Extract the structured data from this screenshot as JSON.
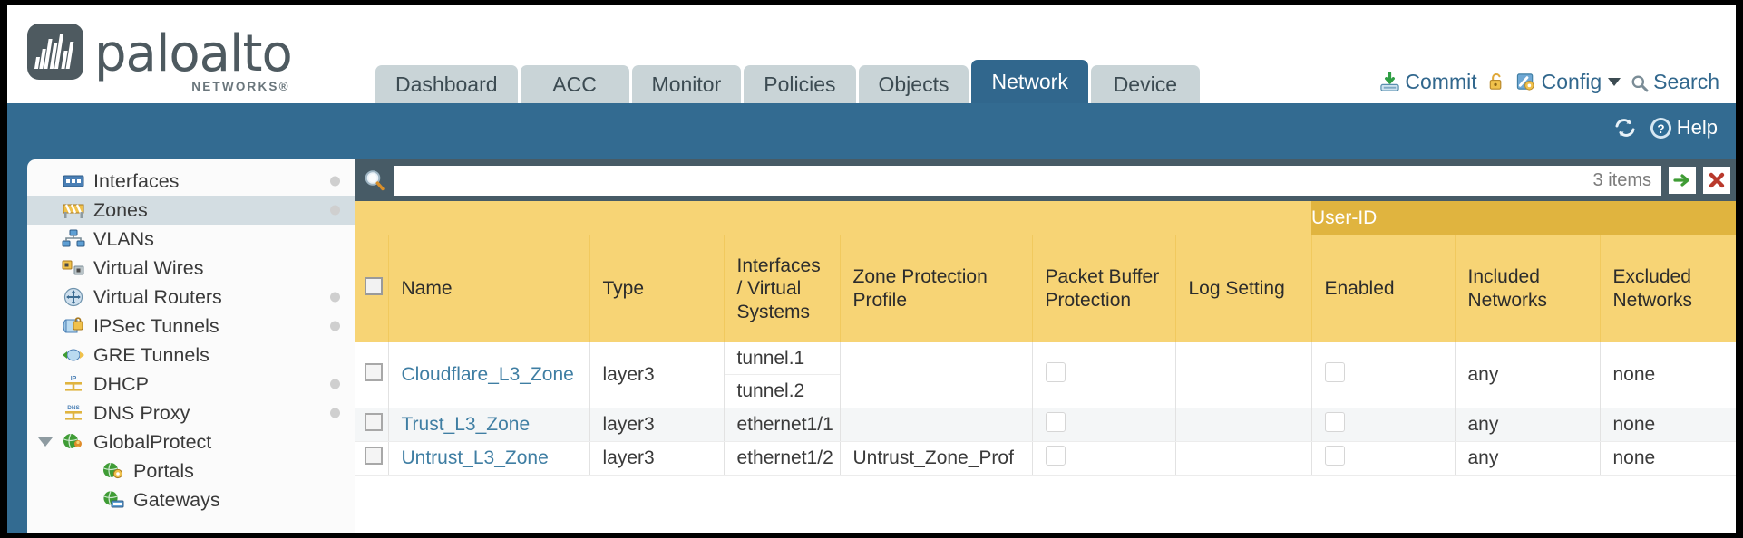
{
  "brand": {
    "name": "paloalto",
    "sub": "NETWORKS®"
  },
  "nav": {
    "tabs": [
      {
        "label": "Dashboard",
        "active": false
      },
      {
        "label": "ACC",
        "active": false
      },
      {
        "label": "Monitor",
        "active": false
      },
      {
        "label": "Policies",
        "active": false
      },
      {
        "label": "Objects",
        "active": false
      },
      {
        "label": "Network",
        "active": true
      },
      {
        "label": "Device",
        "active": false
      }
    ]
  },
  "topright": {
    "commit": "Commit",
    "commit_icon": "commit-icon",
    "lock_icon": "unlock-icon",
    "config": "Config",
    "config_icon": "config-wrench-icon",
    "search": "Search",
    "search_icon": "search-icon"
  },
  "blueband": {
    "refresh_icon": "refresh-icon",
    "help": "Help",
    "help_icon": "help-icon"
  },
  "sidebar": {
    "items": [
      {
        "label": "Interfaces",
        "icon": "interfaces-icon",
        "dot": true,
        "child": false,
        "selected": false,
        "expander": false
      },
      {
        "label": "Zones",
        "icon": "zones-icon",
        "dot": true,
        "child": false,
        "selected": true,
        "expander": false
      },
      {
        "label": "VLANs",
        "icon": "vlans-icon",
        "dot": false,
        "child": false,
        "selected": false,
        "expander": false
      },
      {
        "label": "Virtual Wires",
        "icon": "virtual-wires-icon",
        "dot": false,
        "child": false,
        "selected": false,
        "expander": false
      },
      {
        "label": "Virtual Routers",
        "icon": "virtual-routers-icon",
        "dot": true,
        "child": false,
        "selected": false,
        "expander": false
      },
      {
        "label": "IPSec Tunnels",
        "icon": "ipsec-tunnels-icon",
        "dot": true,
        "child": false,
        "selected": false,
        "expander": false
      },
      {
        "label": "GRE Tunnels",
        "icon": "gre-tunnels-icon",
        "dot": false,
        "child": false,
        "selected": false,
        "expander": false
      },
      {
        "label": "DHCP",
        "icon": "dhcp-icon",
        "dot": true,
        "child": false,
        "selected": false,
        "expander": false
      },
      {
        "label": "DNS Proxy",
        "icon": "dns-proxy-icon",
        "dot": true,
        "child": false,
        "selected": false,
        "expander": false
      },
      {
        "label": "GlobalProtect",
        "icon": "globalprotect-icon",
        "dot": false,
        "child": false,
        "selected": false,
        "expander": true
      },
      {
        "label": "Portals",
        "icon": "portals-icon",
        "dot": false,
        "child": true,
        "selected": false,
        "expander": false
      },
      {
        "label": "Gateways",
        "icon": "gateways-icon",
        "dot": false,
        "child": true,
        "selected": false,
        "expander": false
      }
    ]
  },
  "search": {
    "value": "",
    "placeholder": "",
    "items_count": "3 items",
    "apply_icon": "arrow-right-icon",
    "clear_icon": "close-x-icon"
  },
  "table": {
    "group_header": "User-ID",
    "columns": [
      "Name",
      "Type",
      "Interfaces / Virtual Systems",
      "Zone Protection Profile",
      "Packet Buffer Protection",
      "Log Setting",
      "Enabled",
      "Included Networks",
      "Excluded Networks"
    ],
    "rows": [
      {
        "name": "Cloudflare_L3_Zone",
        "type": "layer3",
        "interfaces": [
          "tunnel.1",
          "tunnel.2"
        ],
        "zone_protection_profile": "",
        "packet_buffer_protection": false,
        "log_setting": "",
        "userid_enabled": false,
        "included_networks": "any",
        "excluded_networks": "none"
      },
      {
        "name": "Trust_L3_Zone",
        "type": "layer3",
        "interfaces": [
          "ethernet1/1"
        ],
        "zone_protection_profile": "",
        "packet_buffer_protection": false,
        "log_setting": "",
        "userid_enabled": false,
        "included_networks": "any",
        "excluded_networks": "none"
      },
      {
        "name": "Untrust_L3_Zone",
        "type": "layer3",
        "interfaces": [
          "ethernet1/2"
        ],
        "zone_protection_profile": "Untrust_Zone_Prof",
        "packet_buffer_protection": false,
        "log_setting": "",
        "userid_enabled": false,
        "included_networks": "any",
        "excluded_networks": "none"
      }
    ]
  },
  "colors": {
    "brand_blue": "#336b91",
    "tab_inactive": "#c9d4d7",
    "table_header": "#f7d475",
    "group_header": "#e0b43f",
    "link": "#3f7ea3",
    "panel_dark": "#475b66"
  }
}
